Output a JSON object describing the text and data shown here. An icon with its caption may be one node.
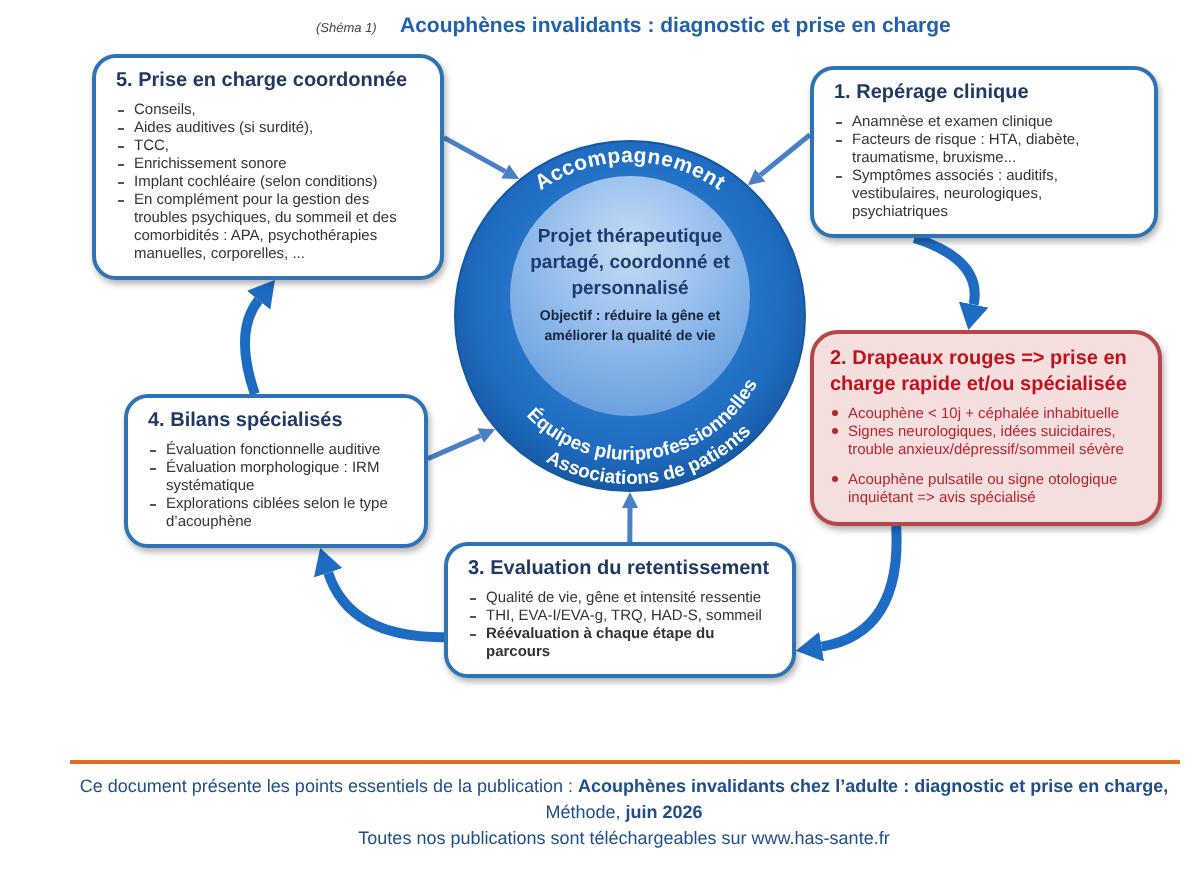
{
  "diagram": {
    "title": "Acouphènes invalidants : diagnostic et prise en charge",
    "nodes": [
      {
        "text": [
          "5. Prise en charge coordonnée",
          "Conseils,",
          "Aides auditives (si surdité),",
          "TCC,",
          "Enrichissement sonore",
          "Implant cochléaire (selon conditions)",
          "En complément pour la gestion des troubles psychiques, du sommeil et des comorbidités : APA, psychothérapies manuelles, corporelles, ..."
        ]
      },
      {
        "text": [
          "1. Repérage clinique",
          "Anamnèse et examen clinique",
          "Facteurs de risque : HTA, diabète, traumatisme, bruxisme...",
          "Symptômes associés : auditifs, vestibulaires, neurologiques, psychiatriques"
        ]
      },
      {
        "text": [
          "Accompagnement",
          "Équipes pluriprofessionnelles",
          "Associations de patients"
        ]
      },
      {
        "text": [
          "Projet thérapeutique partagé, coordonné et personnalisé",
          "Objectif : réduire la gêne et améliorer la qualité de vie"
        ],
        "in": 2
      },
      {
        "text": [
          "2. Drapeaux rouges => prise en charge rapide et/ou spécialisée",
          "Acouphène < 10j + céphalée inhabituelle",
          "Signes neurologiques, idées suicidaires, trouble anxieux/dépressif/sommeil sévère",
          "Acouphène pulsatile ou signe otologique inquiétant => avis spécialisé"
        ]
      },
      {
        "text": [
          "4. Bilans spécialisés",
          "Évaluation fonctionnelle auditive",
          "Évaluation morphologique : IRM systématique",
          "Explorations ciblées selon le type d’acouphène"
        ]
      },
      {
        "text": [
          "3. Evaluation du retentissement",
          "Qualité de vie, gêne et intensité ressentie",
          "THI, EVA-I/EVA-g, TRQ, HAD-S, sommeil",
          "**Réévaluation à chaque étape du parcours**"
        ]
      }
    ],
    "edges": [
      {
        "from": 1,
        "to": 4,
        "arrow": "to",
        "style": "thick"
      },
      {
        "from": 4,
        "to": 6,
        "arrow": "to",
        "style": "thick"
      },
      {
        "from": 6,
        "to": 5,
        "arrow": "to",
        "style": "thick"
      },
      {
        "from": 5,
        "to": 0,
        "arrow": "to",
        "style": "thick"
      },
      {
        "from": 0,
        "to": 2,
        "arrow": "to"
      },
      {
        "from": 1,
        "to": 2,
        "arrow": "to"
      },
      {
        "from": 5,
        "to": 2,
        "arrow": "to"
      },
      {
        "from": 6,
        "to": 2,
        "arrow": "to"
      }
    ],
    "labels": [
      "(Shéma 1)",
      "Ce document présente les points essentiels de la publication : **Acouphènes invalidants chez l’adulte : diagnostic et prise en charge,** Méthode, **juin 2026**",
      "Toutes nos publications sont téléchargeables sur www.has-sante.fr"
    ]
  }
}
